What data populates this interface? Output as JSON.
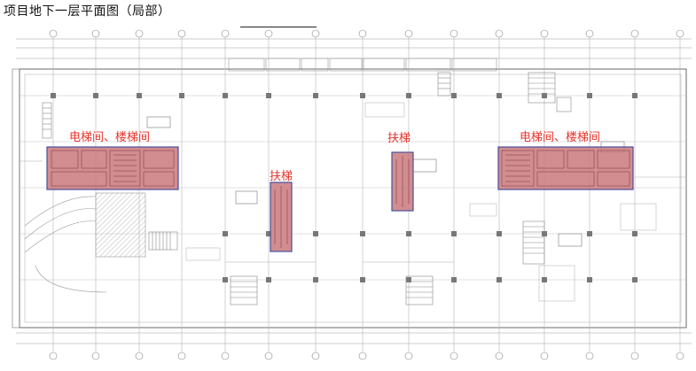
{
  "title": "项目地下一层平面图（局部）",
  "annotations": {
    "elevator_stair_left": "电梯间、楼梯间",
    "escalator_middle": "扶梯",
    "escalator_right": "扶梯",
    "elevator_stair_right": "电梯间、楼梯间"
  },
  "colors": {
    "highlight_fill": "#c9797c",
    "highlight_fill_soft": "#e6a9ab",
    "highlight_stroke": "#4a4f9e",
    "annotation_text": "#e8332a",
    "drawing_line": "#8a8a8a"
  }
}
